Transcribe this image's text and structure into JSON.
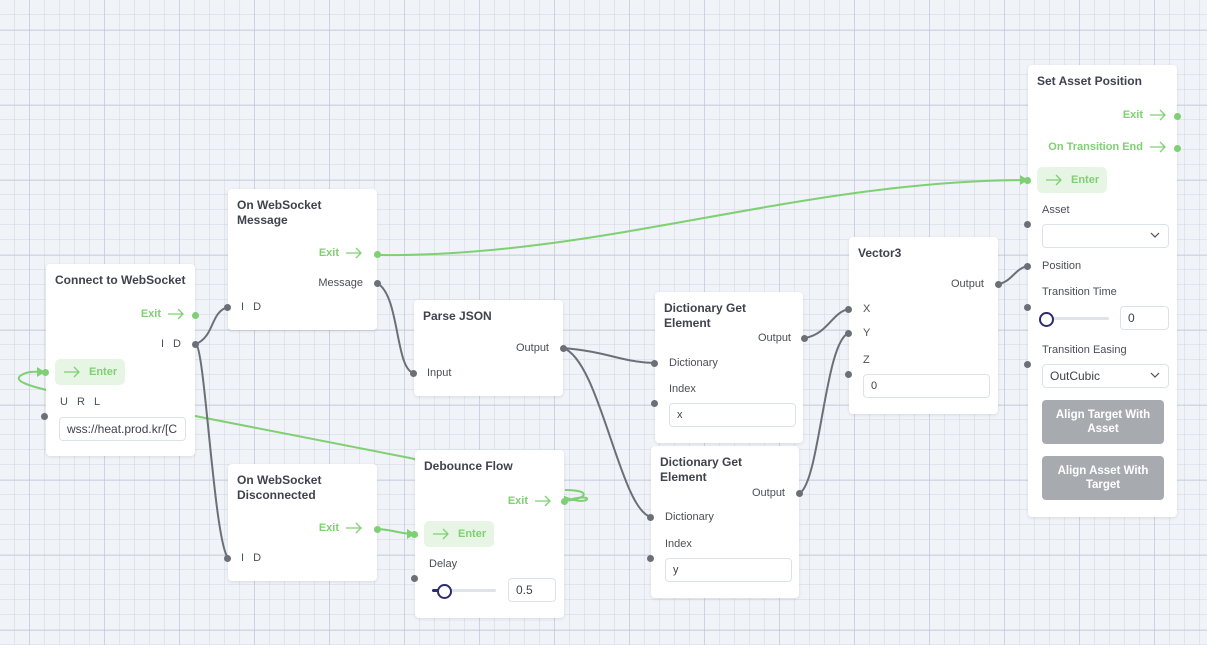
{
  "colors": {
    "flow_wire": "#7fcf73",
    "data_wire": "#6b7078",
    "slider_accent": "#2e2a6e",
    "button_gray": "#a7abb0",
    "background": "#f0f3f7"
  },
  "nodes": {
    "connect": {
      "title": "Connect to WebSocket",
      "exit": "Exit",
      "id": "I D",
      "enter": "Enter",
      "url_label": "U R L",
      "url_value": "wss://heat.prod.kr/[C"
    },
    "on_message": {
      "title": "On WebSocket Message",
      "exit": "Exit",
      "message": "Message",
      "id": "I D"
    },
    "on_disconnected": {
      "title": "On WebSocket Disconnected",
      "exit": "Exit",
      "id": "I D"
    },
    "parse_json": {
      "title": "Parse JSON",
      "output": "Output",
      "input": "Input"
    },
    "debounce": {
      "title": "Debounce Flow",
      "exit": "Exit",
      "enter": "Enter",
      "delay_label": "Delay",
      "delay_value": "0.5",
      "delay_slider_fraction": 0.1
    },
    "dict_x": {
      "title": "Dictionary Get Element",
      "output": "Output",
      "dictionary": "Dictionary",
      "index_label": "Index",
      "index_value": "x"
    },
    "dict_y": {
      "title": "Dictionary Get Element",
      "output": "Output",
      "dictionary": "Dictionary",
      "index_label": "Index",
      "index_value": "y"
    },
    "vector3": {
      "title": "Vector3",
      "output": "Output",
      "x": "X",
      "y": "Y",
      "z": "Z",
      "z_value": "0"
    },
    "set_asset_position": {
      "title": "Set Asset Position",
      "exit": "Exit",
      "on_transition_end": "On Transition End",
      "enter": "Enter",
      "asset_label": "Asset",
      "asset_value": "",
      "position_label": "Position",
      "transition_time_label": "Transition Time",
      "transition_time_value": "0",
      "transition_time_slider_fraction": 0,
      "transition_easing_label": "Transition Easing",
      "transition_easing_value": "OutCubic",
      "align_target_button": "Align Target With Asset",
      "align_asset_button": "Align Asset With Target"
    }
  },
  "icons": {
    "flow_arrow": "arrow-right-icon",
    "dropdown": "chevron-down-icon"
  }
}
